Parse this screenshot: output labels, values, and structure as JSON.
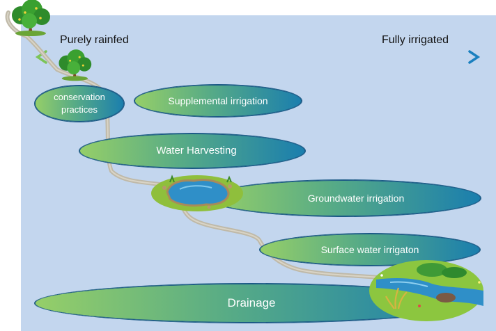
{
  "axis": {
    "left_label": "Purely rainfed",
    "right_label": "Fully irrigated"
  },
  "practices": [
    {
      "label": "conservation practices"
    },
    {
      "label": "Supplemental irrigation"
    },
    {
      "label": "Water Harvesting"
    },
    {
      "label": "Groundwater irrigation"
    },
    {
      "label": "Surface water irrigaton"
    },
    {
      "label": "Drainage"
    }
  ],
  "colors": {
    "background_panel": "#c3d6ee",
    "gradient_start": "#96cf68",
    "gradient_end": "#1a7eae",
    "arrow_green": "#6cbf5a",
    "arrow_blue": "#1a80bf",
    "river": "#bfb9a8"
  },
  "icons": [
    "tree-icon",
    "tree-icon",
    "pond-icon",
    "river-scene-icon"
  ]
}
